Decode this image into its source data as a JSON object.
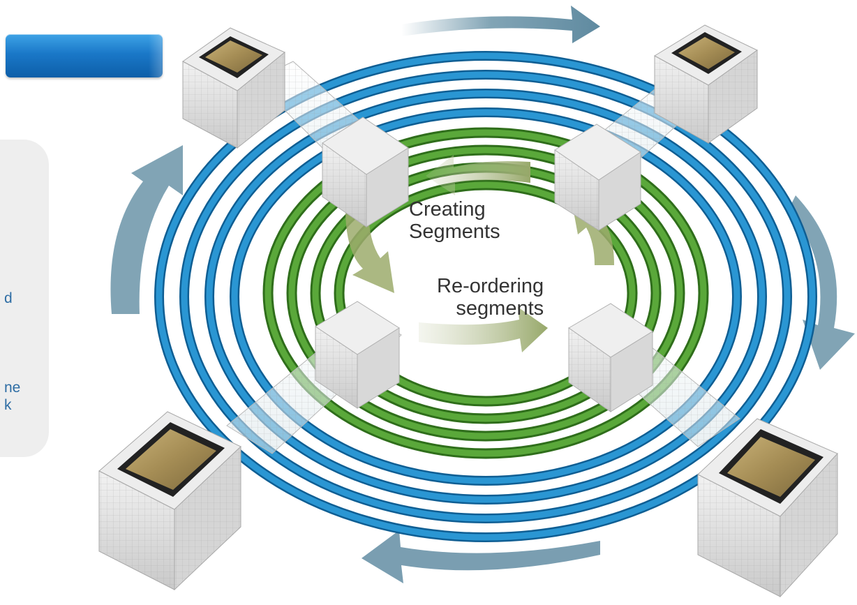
{
  "labels": {
    "creating_line1": "Creating",
    "creating_line2": "Segments",
    "reordering_line1": "Re-ordering",
    "reordering_line2": "segments"
  },
  "side_panel": {
    "fragments": [
      "d",
      "ne",
      "k"
    ]
  },
  "colors": {
    "outer_rings": "#1e86c2",
    "inner_rings": "#4e9a2f",
    "big_arrows": "#6b94a8",
    "small_arrows": "#a8b57e",
    "chip": "#a8915a",
    "button": "#1a78c8"
  }
}
